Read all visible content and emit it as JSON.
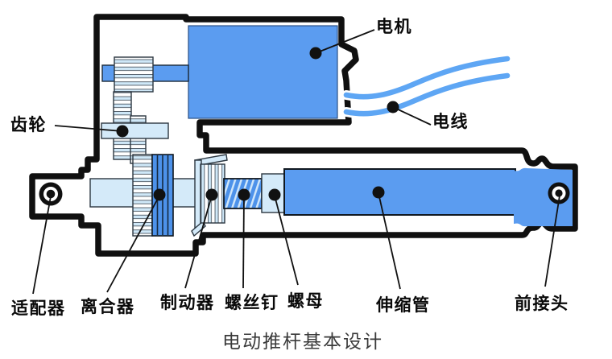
{
  "diagram": {
    "caption": "电动推杆基本设计",
    "labels": {
      "motor": "电机",
      "wire": "电线",
      "gear": "齿轮",
      "adapter": "适配器",
      "clutch": "离合器",
      "brake": "制动器",
      "screw": "螺丝钉",
      "nut": "螺母",
      "tube": "伸缩管",
      "front_connector": "前接头"
    },
    "colors": {
      "blue": "#5b9cf0",
      "blue-dark": "#4d92ea",
      "pale": "#d4eaf9",
      "pale-stripe": "#cfe8f8",
      "stripe-line": "#4a5560",
      "outline": "#101010",
      "wire": "#5ea6f4",
      "caption": "#3a3a3a"
    }
  }
}
